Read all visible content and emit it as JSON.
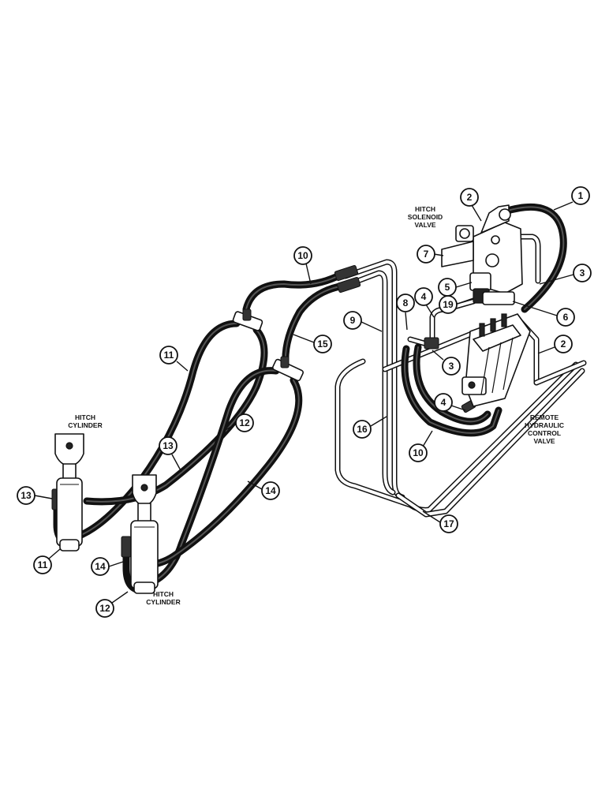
{
  "labels": {
    "hitch_cylinder_left": [
      "HITCH",
      "CYLINDER"
    ],
    "hitch_cylinder_right": [
      "HITCH",
      "CYLINDER"
    ],
    "hitch_solenoid_valve": [
      "HITCH",
      "SOLENOID",
      "VALVE"
    ],
    "remote_control_valve": [
      "REMOTE",
      "HYDRAULIC",
      "CONTROL",
      "VALVE"
    ]
  },
  "callouts": [
    {
      "id": "c1",
      "text": "1"
    },
    {
      "id": "c2a",
      "text": "2"
    },
    {
      "id": "c3a",
      "text": "3"
    },
    {
      "id": "c7",
      "text": "7"
    },
    {
      "id": "c5",
      "text": "5"
    },
    {
      "id": "c19",
      "text": "19"
    },
    {
      "id": "c6",
      "text": "6"
    },
    {
      "id": "c2b",
      "text": "2"
    },
    {
      "id": "c10a",
      "text": "10"
    },
    {
      "id": "c9",
      "text": "9"
    },
    {
      "id": "c8",
      "text": "8"
    },
    {
      "id": "c4a",
      "text": "4"
    },
    {
      "id": "c3b",
      "text": "3"
    },
    {
      "id": "c15",
      "text": "15"
    },
    {
      "id": "c11a",
      "text": "11"
    },
    {
      "id": "c16",
      "text": "16"
    },
    {
      "id": "c4b",
      "text": "4"
    },
    {
      "id": "c10b",
      "text": "10"
    },
    {
      "id": "c12a",
      "text": "12"
    },
    {
      "id": "c13a",
      "text": "13"
    },
    {
      "id": "c14a",
      "text": "14"
    },
    {
      "id": "c13b",
      "text": "13"
    },
    {
      "id": "c17",
      "text": "17"
    },
    {
      "id": "c11b",
      "text": "11"
    },
    {
      "id": "c14b",
      "text": "14"
    },
    {
      "id": "c12b",
      "text": "12"
    }
  ]
}
